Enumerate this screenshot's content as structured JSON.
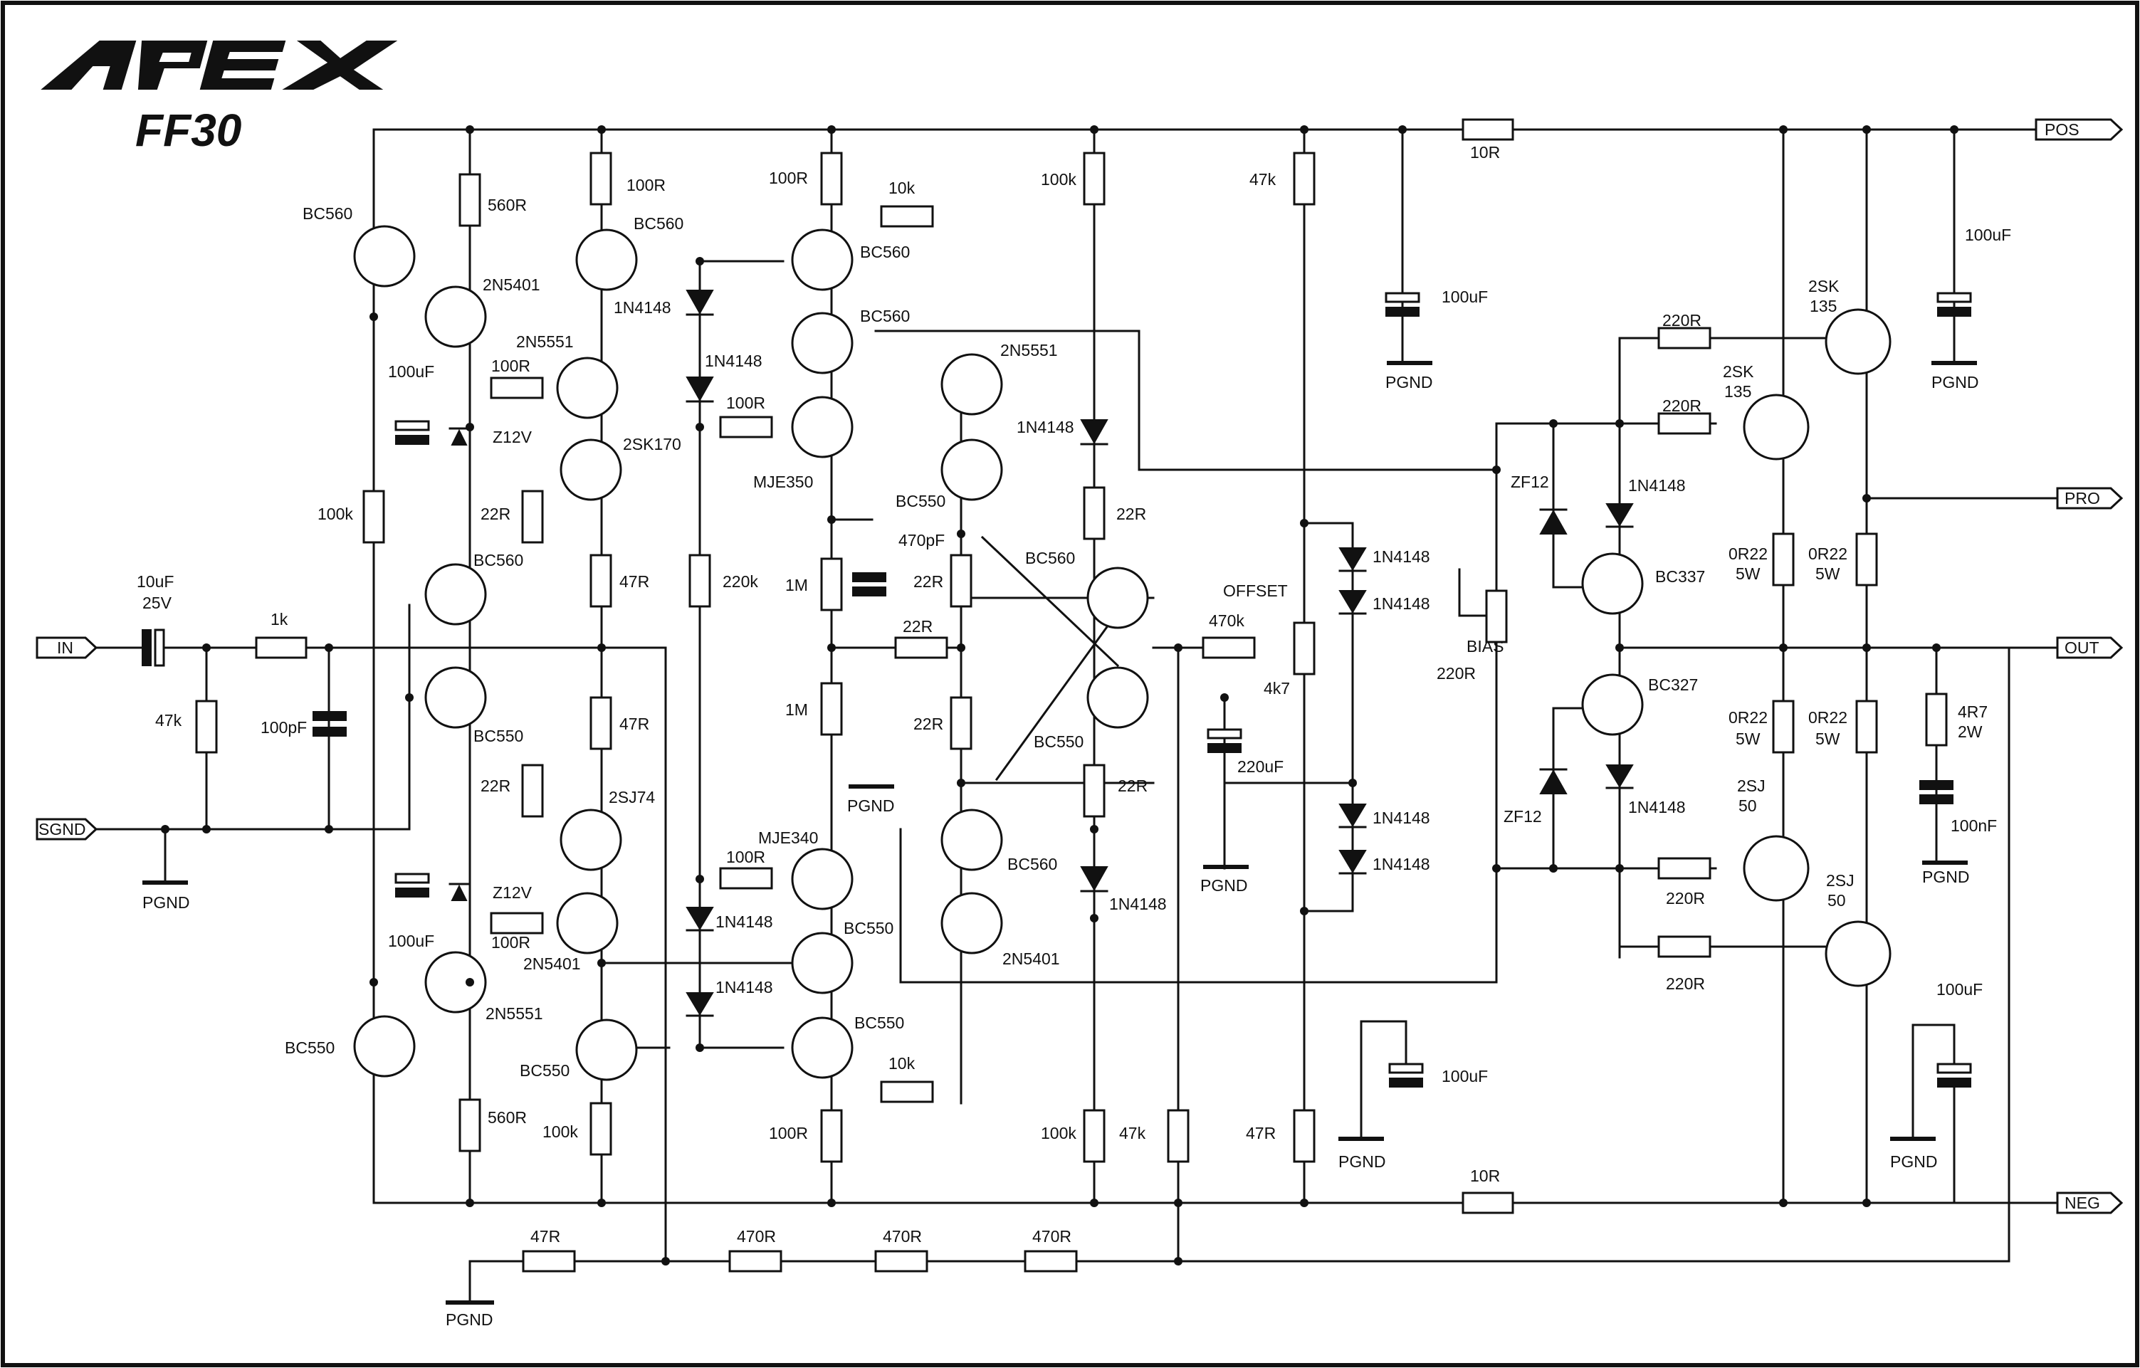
{
  "brand": {
    "logo": "APEX",
    "model": "FF30"
  },
  "ports": {
    "pos": "POS",
    "pro": "PRO",
    "out": "OUT",
    "neg": "NEG",
    "in": "IN",
    "sgnd": "SGND"
  },
  "pgnd": "PGND",
  "labels": {
    "offset": "OFFSET",
    "bias": "BIAS",
    "bias_val": "220R",
    "pot_offset": "4k7"
  },
  "resistors": [
    {
      "id": "r560a",
      "value": "560R"
    },
    {
      "id": "r100a",
      "value": "100R"
    },
    {
      "id": "r100b",
      "value": "100R"
    },
    {
      "id": "r10ka",
      "value": "10k"
    },
    {
      "id": "r100kc",
      "value": "100k"
    },
    {
      "id": "r47ka",
      "value": "47k"
    },
    {
      "id": "r10ra",
      "value": "10R"
    },
    {
      "id": "r100c",
      "value": "100R"
    },
    {
      "id": "r100d",
      "value": "100R"
    },
    {
      "id": "r100ka",
      "value": "100k"
    },
    {
      "id": "r22a",
      "value": "22R"
    },
    {
      "id": "r47ra",
      "value": "47R"
    },
    {
      "id": "r220k",
      "value": "220k"
    },
    {
      "id": "r1ma",
      "value": "1M"
    },
    {
      "id": "r22b",
      "value": "22R"
    },
    {
      "id": "r22c",
      "value": "22R"
    },
    {
      "id": "r1mb",
      "value": "1M"
    },
    {
      "id": "r22d",
      "value": "22R"
    },
    {
      "id": "r22e",
      "value": "22R"
    },
    {
      "id": "r470k",
      "value": "470k"
    },
    {
      "id": "r1k",
      "value": "1k"
    },
    {
      "id": "r47kin",
      "value": "47k"
    },
    {
      "id": "r47rb",
      "value": "47R"
    },
    {
      "id": "r22f",
      "value": "22R"
    },
    {
      "id": "r100e",
      "value": "100R"
    },
    {
      "id": "r100f",
      "value": "100R"
    },
    {
      "id": "r22g",
      "value": "22R"
    },
    {
      "id": "r100g",
      "value": "100R"
    },
    {
      "id": "r10kb",
      "value": "10k"
    },
    {
      "id": "r560b",
      "value": "560R"
    },
    {
      "id": "r100h",
      "value": "100R"
    },
    {
      "id": "r100kd",
      "value": "100k"
    },
    {
      "id": "r100ke",
      "value": "100k"
    },
    {
      "id": "r47kb",
      "value": "47k"
    },
    {
      "id": "r10rb",
      "value": "10R"
    },
    {
      "id": "r47rc",
      "value": "47R"
    },
    {
      "id": "r470a",
      "value": "470R"
    },
    {
      "id": "r470b",
      "value": "470R"
    },
    {
      "id": "r470c",
      "value": "470R"
    },
    {
      "id": "r220a",
      "value": "220R"
    },
    {
      "id": "r220b",
      "value": "220R"
    },
    {
      "id": "r220c",
      "value": "220R"
    },
    {
      "id": "r220d",
      "value": "220R"
    },
    {
      "id": "r0r22a",
      "value": "0R22"
    },
    {
      "id": "r0r22b",
      "value": "0R22"
    },
    {
      "id": "r0r22c",
      "value": "0R22"
    },
    {
      "id": "r0r22d",
      "value": "0R22"
    },
    {
      "id": "r4r7",
      "value": "4R7"
    }
  ],
  "power_ratings": {
    "w5": "5W",
    "w2": "2W"
  },
  "capacitors": [
    {
      "id": "c100uf_pos1",
      "value": "100uF"
    },
    {
      "id": "c100uf_pos2",
      "value": "100uF"
    },
    {
      "id": "c100uf_z1",
      "value": "100uF"
    },
    {
      "id": "c100uf_z2",
      "value": "100uF"
    },
    {
      "id": "c470pf",
      "value": "470pF"
    },
    {
      "id": "c220uf",
      "value": "220uF"
    },
    {
      "id": "c10uf",
      "value": "10uF"
    },
    {
      "id": "c25v",
      "value": "25V"
    },
    {
      "id": "c100pf",
      "value": "100pF"
    },
    {
      "id": "c100uf_neg1",
      "value": "100uF"
    },
    {
      "id": "c100uf_neg2",
      "value": "100uF"
    },
    {
      "id": "c100nf",
      "value": "100nF"
    }
  ],
  "diodes": {
    "n4148": "1N4148",
    "z12v": "Z12V",
    "zf12": "ZF12"
  },
  "transistors": {
    "bc560": "BC560",
    "bc550": "BC550",
    "n5401": "2N5401",
    "n5551": "2N5551",
    "sk170": "2SK170",
    "sj74": "2SJ74",
    "mje350": "MJE350",
    "mje340": "MJE340",
    "bc337": "BC337",
    "bc327": "BC327",
    "sk135": "2SK",
    "sk135b": "135",
    "sj50": "2SJ",
    "sj50b": "50"
  }
}
